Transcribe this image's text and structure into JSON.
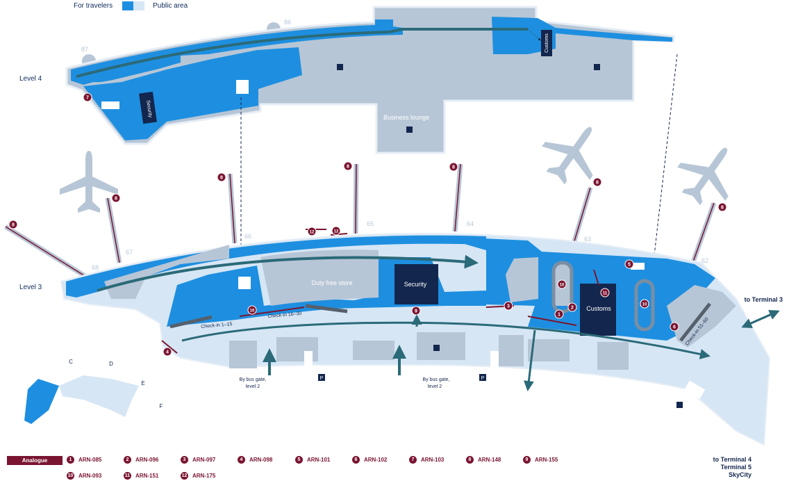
{
  "legend": {
    "for_travelers_label": "For travelers",
    "public_area_label": "Public area",
    "for_travelers_color": "#1e8fe0",
    "public_area_color": "#d6e6f5"
  },
  "colors": {
    "restricted_grey": "#b7c6d6",
    "dark_navy": "#13264d",
    "teal_arrow": "#2b6a78",
    "maroon": "#7a1430"
  },
  "levels": {
    "level4": "Level 4",
    "level3": "Level 3"
  },
  "gates": [
    "87",
    "86",
    "68",
    "67",
    "66",
    "65",
    "64",
    "63",
    "62"
  ],
  "areas": {
    "business_lounge": "Business lounge",
    "duty_free": "Duty free store",
    "security_l3": "Security",
    "security_l4": "Security",
    "customs_l3": "Customs",
    "customs_l4": "Customs"
  },
  "checkins": [
    "Check-in 1–15",
    "Check-in 16–30",
    "Check-in 51–60"
  ],
  "bus_gates": [
    "By bus gate,",
    "level 2",
    "By bus gate,",
    "level 2"
  ],
  "destinations": {
    "terminal3": "to Terminal 3",
    "terminal4_line1": "to Terminal 4",
    "terminal4_line2": "Terminal 5",
    "terminal4_line3": "SkyCity"
  },
  "mini_map_labels": {
    "c": "C",
    "d": "D",
    "e": "E",
    "f": "F"
  },
  "parking_label": "P",
  "markers": [
    {
      "n": "1"
    },
    {
      "n": "2"
    },
    {
      "n": "3"
    },
    {
      "n": "4"
    },
    {
      "n": "5"
    },
    {
      "n": "6"
    },
    {
      "n": "7"
    },
    {
      "n": "8"
    },
    {
      "n": "8"
    },
    {
      "n": "8"
    },
    {
      "n": "8"
    },
    {
      "n": "8"
    },
    {
      "n": "8"
    },
    {
      "n": "8"
    },
    {
      "n": "8"
    },
    {
      "n": "9"
    },
    {
      "n": "10"
    },
    {
      "n": "10"
    },
    {
      "n": "10"
    },
    {
      "n": "10"
    },
    {
      "n": "11"
    },
    {
      "n": "12"
    },
    {
      "n": "12"
    }
  ],
  "analogue": {
    "badge": "Analogue",
    "items": [
      {
        "n": "1",
        "code": "ARN-085"
      },
      {
        "n": "2",
        "code": "ARN-096"
      },
      {
        "n": "3",
        "code": "ARN-097"
      },
      {
        "n": "4",
        "code": "ARN-098"
      },
      {
        "n": "5",
        "code": "ARN-101"
      },
      {
        "n": "6",
        "code": "ARN-102"
      },
      {
        "n": "7",
        "code": "ARN-103"
      },
      {
        "n": "8",
        "code": "ARN-148"
      },
      {
        "n": "9",
        "code": "ARN-155"
      },
      {
        "n": "10",
        "code": "ARN-093"
      },
      {
        "n": "11",
        "code": "ARN-151"
      },
      {
        "n": "12",
        "code": "ARN-175"
      }
    ]
  }
}
